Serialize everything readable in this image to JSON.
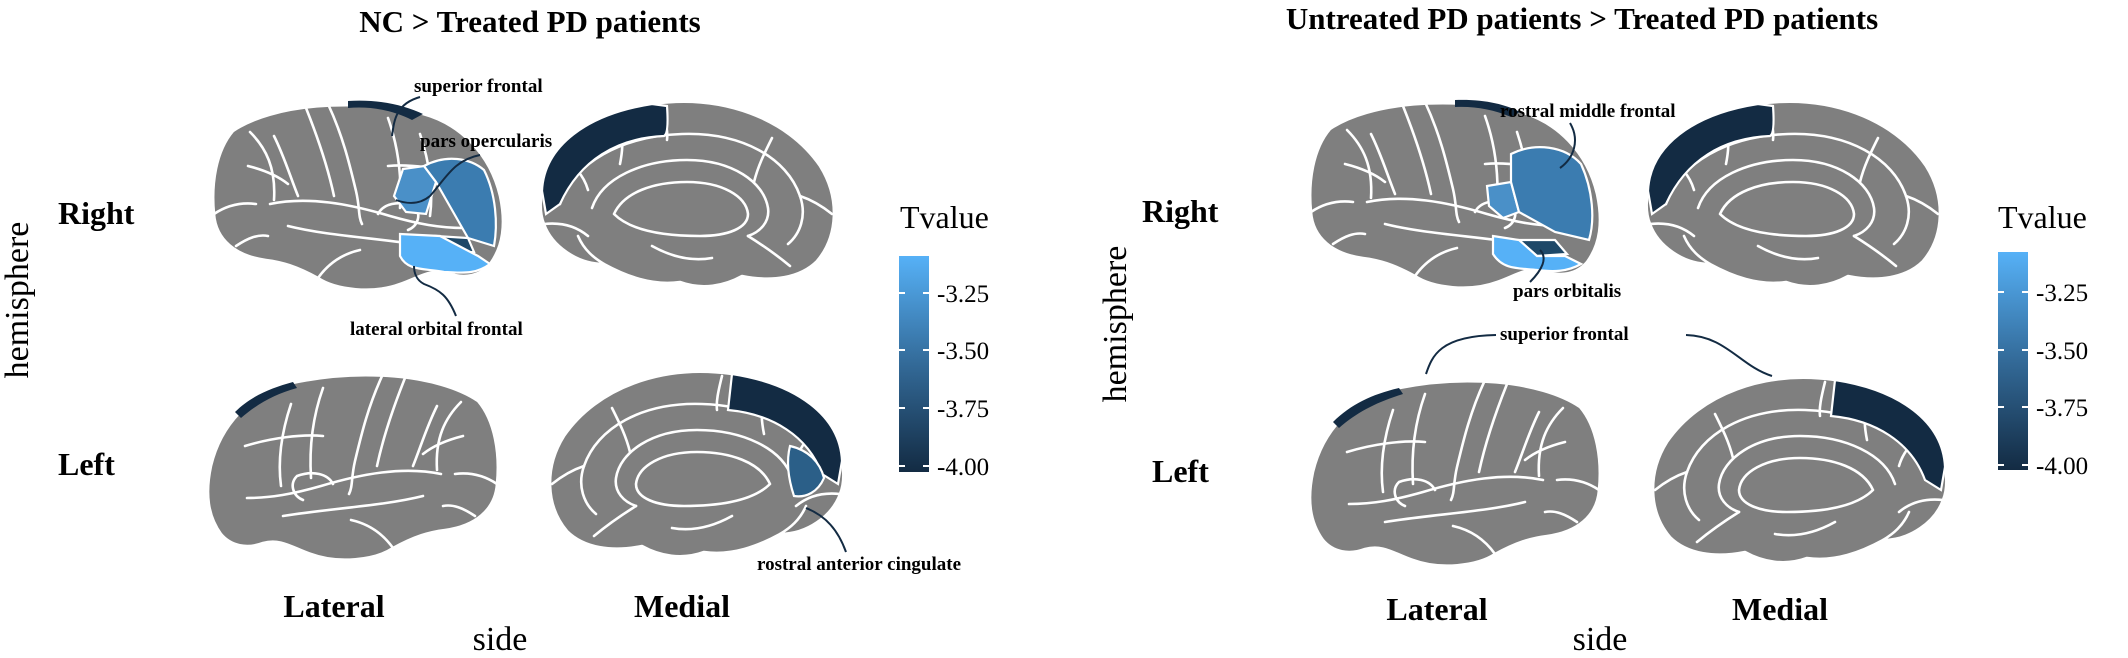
{
  "panels": [
    {
      "title": "NC > Treated PD patients",
      "hemisphere_labels": [
        "Right",
        "Left"
      ],
      "side_labels": [
        "Lateral",
        "Medial"
      ],
      "x_axis_title": "side",
      "y_axis_title": "hemisphere",
      "legend": {
        "title": "Tvalue",
        "ticks": [
          "-3.25",
          "-3.50",
          "-3.75",
          "-4.00"
        ]
      },
      "callouts": [
        "superior frontal",
        "pars opercularis",
        "lateral orbital frontal",
        "rostral anterior cingulate"
      ]
    },
    {
      "title": "Untreated PD patients > Treated PD patients",
      "hemisphere_labels": [
        "Right",
        "Left"
      ],
      "side_labels": [
        "Lateral",
        "Medial"
      ],
      "x_axis_title": "side",
      "y_axis_title": "hemisphere",
      "legend": {
        "title": "Tvalue",
        "ticks": [
          "-3.25",
          "-3.50",
          "-3.75",
          "-4.00"
        ]
      },
      "callouts": [
        "rostral middle frontal",
        "pars orbitalis",
        "superior frontal"
      ]
    }
  ],
  "colors": {
    "background": "#ffffff",
    "cortex": "#7f7f7f",
    "border": "#ffffff",
    "scale_high": "#56b1f7",
    "scale_low": "#132b43"
  }
}
